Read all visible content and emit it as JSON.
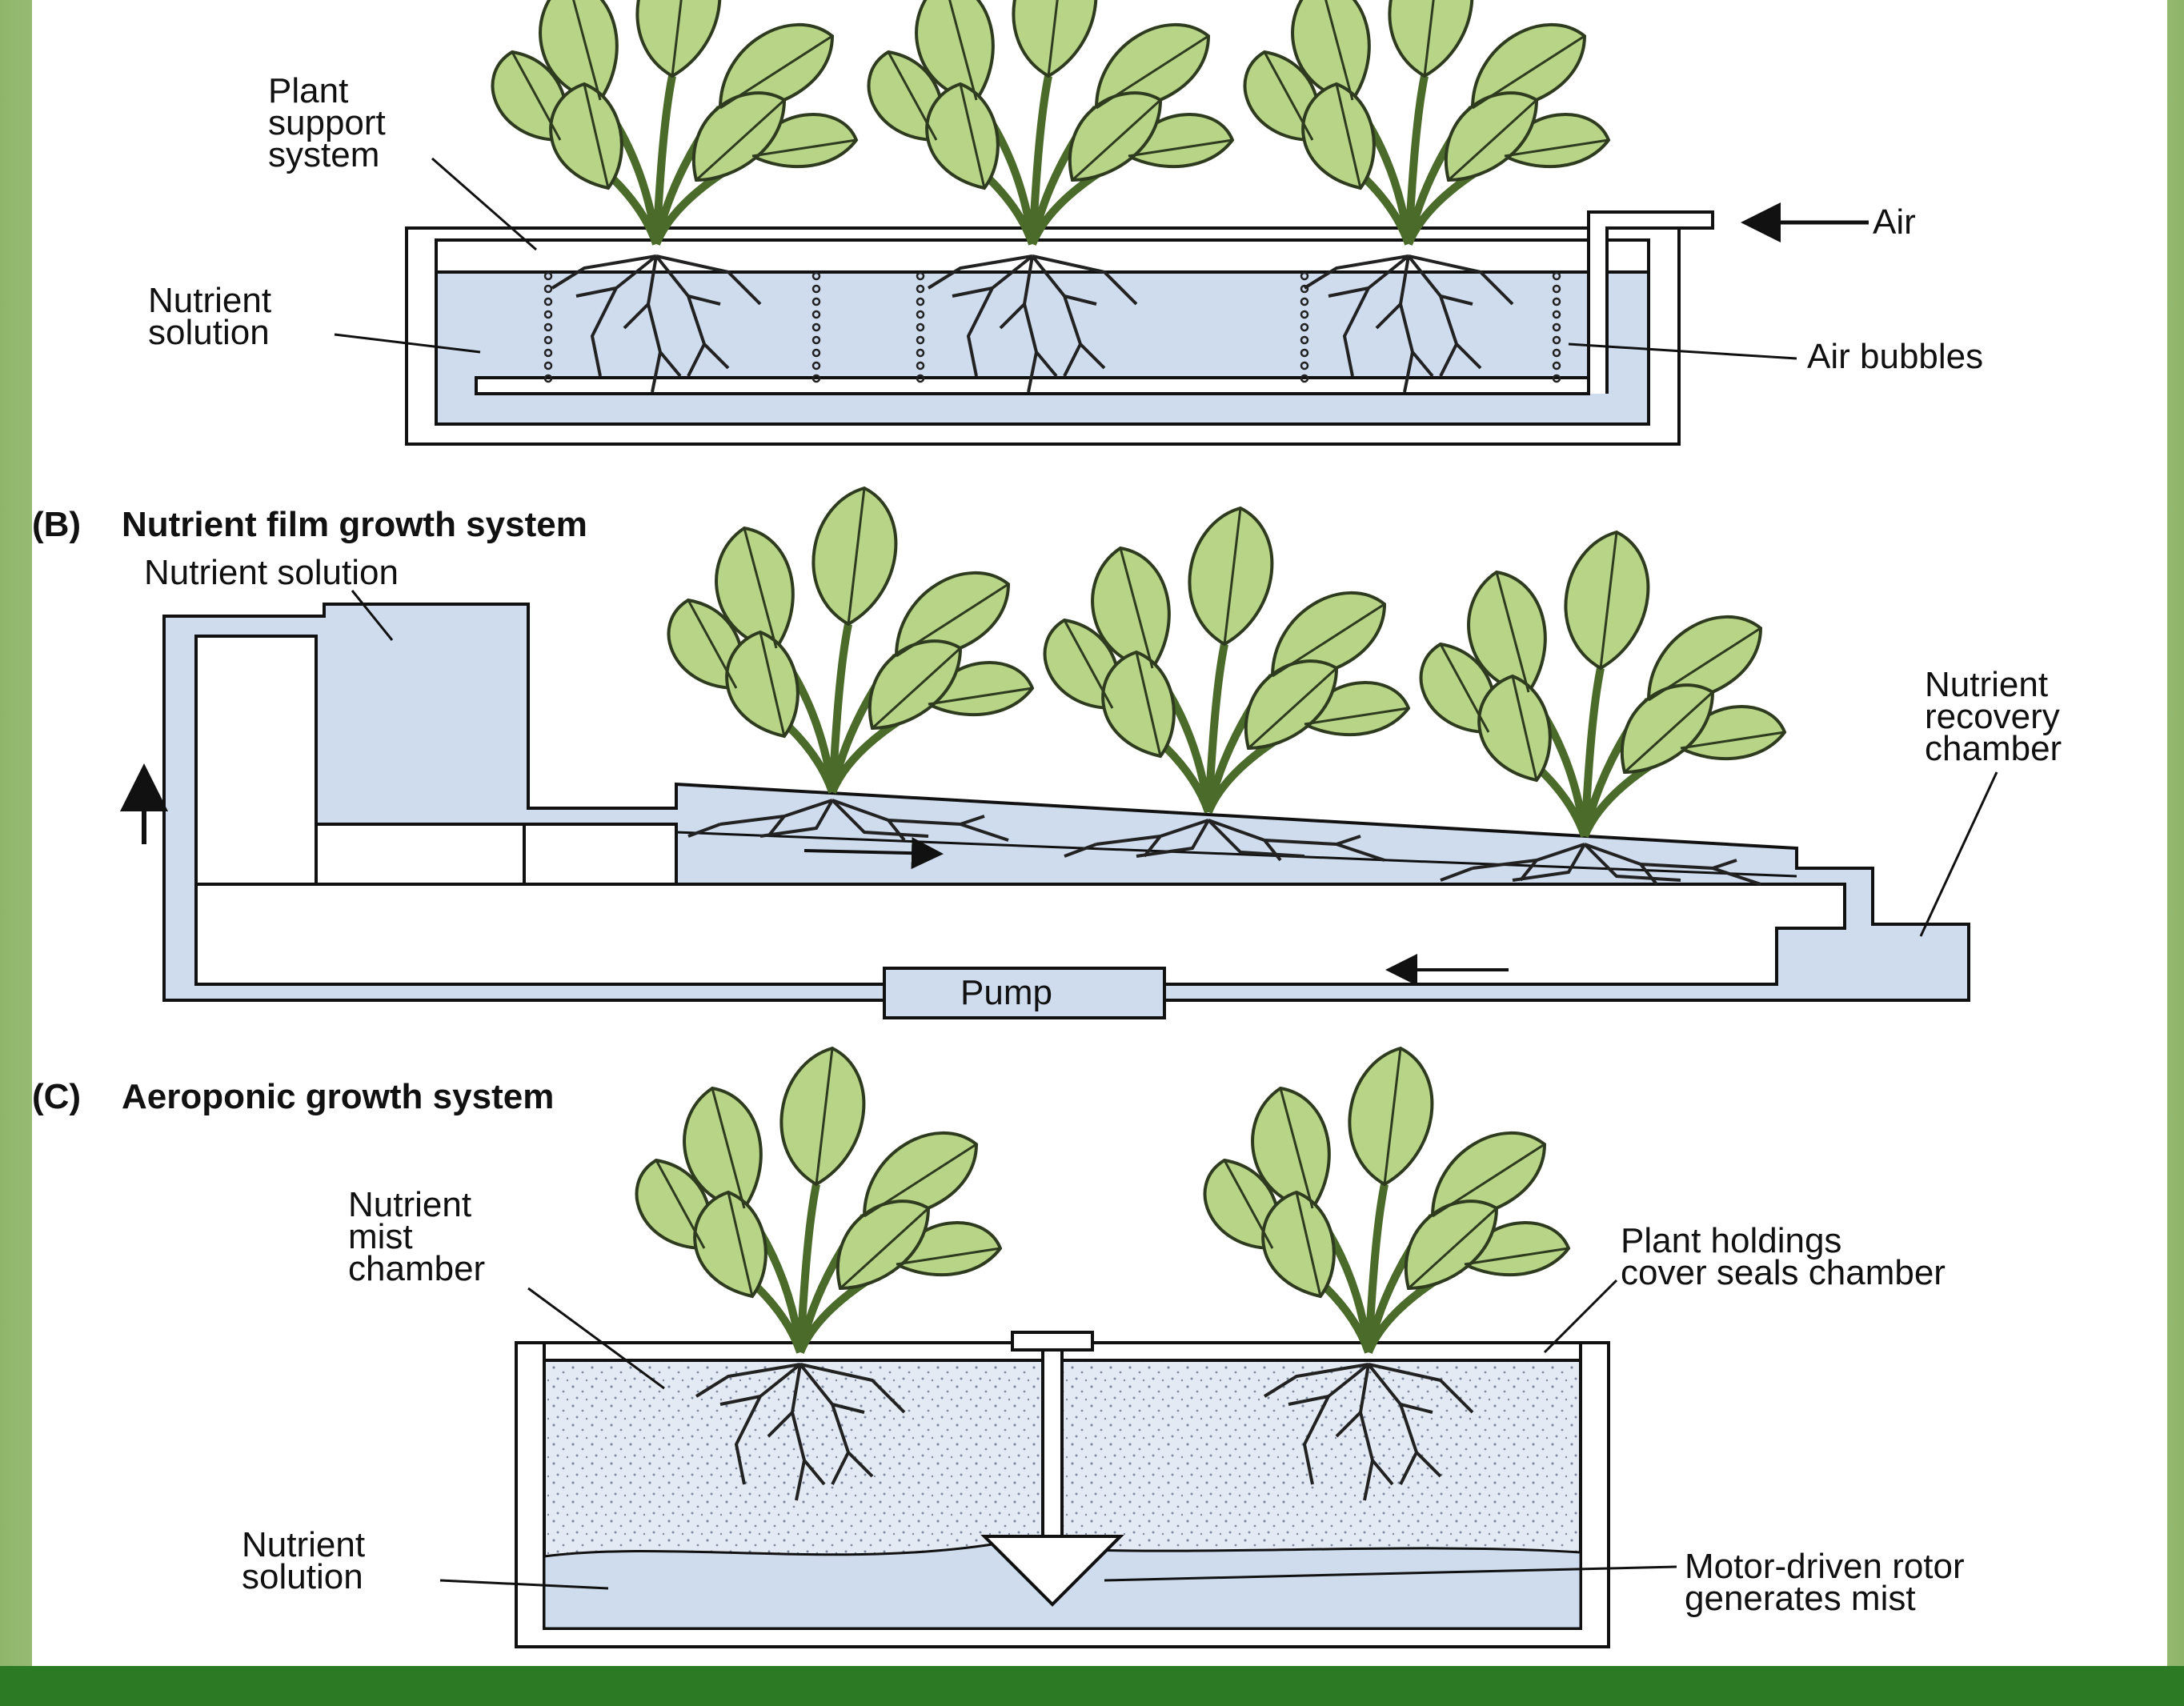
{
  "panel_a": {
    "title_fragment": "",
    "labels": {
      "plant_support": [
        "Plant",
        "support",
        "system"
      ],
      "nutrient_solution": [
        "Nutrient",
        "solution"
      ],
      "air": "Air",
      "air_bubbles": "Air bubbles"
    }
  },
  "panel_b": {
    "letter": "(B)",
    "title": "Nutrient film growth system",
    "labels": {
      "nutrient_solution": "Nutrient solution",
      "recovery": [
        "Nutrient",
        "recovery",
        "chamber"
      ],
      "pump": "Pump"
    }
  },
  "panel_c": {
    "letter": "(C)",
    "title": "Aeroponic growth system",
    "labels": {
      "mist_chamber": [
        "Nutrient",
        "mist",
        "chamber"
      ],
      "cover": [
        "Plant holdings",
        "cover seals chamber"
      ],
      "nutrient_solution": [
        "Nutrient",
        "solution"
      ],
      "rotor": [
        "Motor-driven rotor",
        "generates mist"
      ]
    }
  },
  "colors": {
    "solution": "#cfdcee",
    "leaf": "#b7d487",
    "leaf_outline": "#2e3b1f",
    "frame": "#111111",
    "background_green": "#2d7a25"
  }
}
